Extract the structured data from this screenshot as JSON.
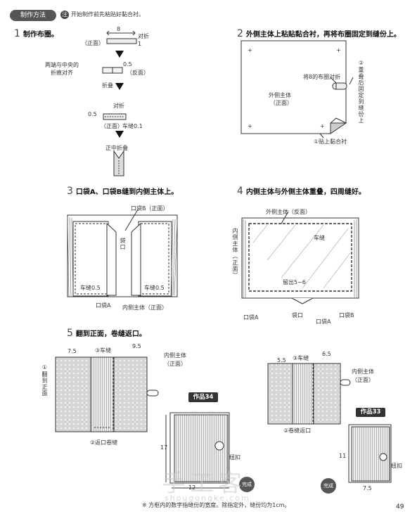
{
  "header": {
    "tag": "制作方法",
    "note_icon": "注",
    "note": "开始制作前先粘贴好黏合衬。"
  },
  "step1": {
    "num": "1",
    "title": "制作布圈。",
    "dim_8": "8",
    "fold": "对折",
    "front": "（正面）",
    "one": "1",
    "ends_label": "两端与中央的",
    "ends_label2": "折痕对齐",
    "d05": "0.5",
    "back": "（反面）",
    "fold2": "折叠",
    "fold3": "对折",
    "d05b": "0.5",
    "front2": "（正面）",
    "sew": "车缝0.1",
    "center_fold": "正中折叠"
  },
  "step2": {
    "num": "2",
    "title": "外侧主体上粘贴黏合衬，再将布圈固定到缝份上。",
    "loop_label": "将8的布圈对折",
    "outer": "外侧主体",
    "outer_front": "（正面）",
    "overlap": "②重叠后固定到缝份上",
    "interfacing": "①贴上黏合衬"
  },
  "step3": {
    "num": "3",
    "title": "口袋A、口袋B缝到内侧主体上。",
    "pocketB": "口袋B（正面）",
    "opening": "袋口",
    "sew05a": "车缝0.5",
    "sew05b": "车缝0.5",
    "pocketA": "口袋A",
    "inner_front": "内侧主体（正面）"
  },
  "step4": {
    "num": "4",
    "title": "内侧主体与外侧主体重叠，四周缝好。",
    "outer_back": "外侧主体（反面）",
    "inner": "内侧主体（正面）",
    "sew": "车缝",
    "leave": "留出5~6",
    "pocketA1": "口袋A",
    "opening": "袋口",
    "pocketA2": "口袋A",
    "pocketB": "口袋B"
  },
  "step5": {
    "num": "5",
    "title": "翻到正面，卷缝返口。",
    "l_75": "7.5",
    "l_sew": "③车缝",
    "l_95": "9.5",
    "l_inner": "内侧主体",
    "l_inner_front": "（正面）",
    "l_turn": "①翻到正面",
    "l_return": "②返口卷缝",
    "r_55": "5.5",
    "r_sew": "③车缝",
    "r_65": "6.5",
    "r_inner": "内侧主体",
    "r_inner_front": "（正面）",
    "r_return": "②卷缝返口"
  },
  "works": {
    "w34": "作品34",
    "w34_h": "17",
    "w34_w": "12",
    "w34_btn": "纽扣",
    "w34_done": "完成",
    "w33": "作品33",
    "w33_h": "11",
    "w33_w": "7.5",
    "w33_btn": "纽扣",
    "w33_done": "完成"
  },
  "watermark": {
    "text": "手工客",
    "url": "shougongke.com"
  },
  "footer": {
    "note": "※ 方框内的数字指缝份的宽度。除指定外，缝份均为1cm。",
    "page": "49"
  }
}
